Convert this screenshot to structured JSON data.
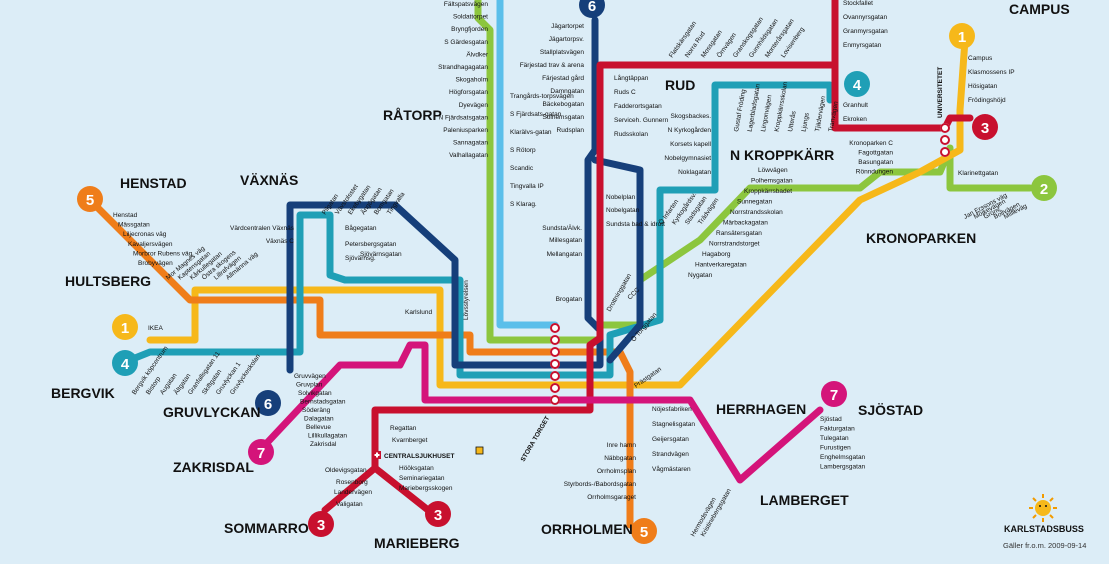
{
  "colors": {
    "background": "#dcedf7",
    "line1": "#f6b81a",
    "line2": "#8cc63e",
    "line3": "#c8102e",
    "line4": "#1f9fb6",
    "line5": "#ef7d1a",
    "line6": "#163f7a",
    "line7": "#d4147a",
    "line8": "#5bbfea"
  },
  "lines": [
    {
      "id": "1",
      "label": "1"
    },
    {
      "id": "2",
      "label": "2"
    },
    {
      "id": "3",
      "label": "3"
    },
    {
      "id": "4",
      "label": "4"
    },
    {
      "id": "5",
      "label": "5"
    },
    {
      "id": "6",
      "label": "6"
    },
    {
      "id": "7",
      "label": "7"
    }
  ],
  "districts": {
    "campus": "CAMPUS",
    "rud": "RUD",
    "ratorp": "RÅTORP",
    "vaxnas": "VÄXNÄS",
    "henstad": "HENSTAD",
    "hultsberg": "HULTSBERG",
    "n_kroppkarr": "N KROPPKÄRR",
    "kronoparken": "KRONOPARKEN",
    "bergvik": "BERGVIK",
    "gruvlyckan": "GRUVLYCKAN",
    "herrhagen": "HERRHAGEN",
    "sjostad": "SJÖSTAD",
    "zakrisdal": "ZAKRISDAL",
    "lamberget": "LAMBERGET",
    "sommarro": "SOMMARRO",
    "marieberg": "MARIEBERG",
    "orrholmen": "ORRHOLMEN"
  },
  "stops": {
    "top_left": [
      "Fältspatsvägen",
      "Soldattorpet",
      "Bryngfjorden",
      "S Gärdesgatan",
      "Älvdker",
      "Strandhagagatan",
      "Skogaholm",
      "Högforsgatan",
      "Dyevägen",
      "N Fjärdsatsgatan",
      "Paleniusparken",
      "Sannagatan",
      "Valhallagatan"
    ],
    "trangard": [
      "Trangårds-torpsvägen",
      "S Fjärdsats-gatan",
      "Klarälvs-gatan",
      "S Rötorp",
      "Scandic",
      "Tingvalla IP",
      "S Klarag."
    ],
    "line6_top": [
      "Jägartorpet",
      "Jägartorpsv.",
      "Stallplatsvägen",
      "Färjestad trav & arena",
      "Färjestad gård",
      "Damngatan",
      "Bäckebogatan",
      "Solhemsgatan",
      "Rudsplan"
    ],
    "rud_stops": [
      "Långtäppan",
      "Ruds C",
      "Fadderortsgatan",
      "Serviceh. Gunnern",
      "Rudsskolan"
    ],
    "rud_diag": [
      "Flatskärsgatan",
      "Norra Rud",
      "Mossgatan",
      "Örnvägen",
      "Granskogsgatan",
      "Gunnhildsgatan",
      "Monterårsgatan",
      "Lovisenberg"
    ],
    "line3_top": [
      "Stockfallet",
      "Ovannyrsgatan",
      "Granmyrsgatan",
      "Enmyrsgatan"
    ],
    "campus_stops": [
      "Campus",
      "Klasmossens IP",
      "Hösigatan",
      "Frödingshöjd"
    ],
    "campus_label": "UNIVERSITETET",
    "granhult": [
      "Granhult",
      "Ekroken"
    ],
    "kroppkarr": [
      "Skogsbackes.",
      "N Kyrkogården",
      "Korsets kapell",
      "Nobelgymnasiet",
      "Noklagatan"
    ],
    "kroppkarr_diag": [
      "Gustaf Fröding",
      "Lagerbladsgatan",
      "Lingonvägen",
      "Kroppkärrsskolan",
      "Utterås",
      "Ljungs",
      "Tjädervägen",
      "Tranvägen"
    ],
    "kronoparken_c": [
      "Kronoparken C",
      "Fagottgatan",
      "Basungatan",
      "Rönndungen"
    ],
    "klarinett": [
      "Klarinettgatan"
    ],
    "line2_right": [
      "Jan Erssons väg",
      "Möjkevägen",
      "Grönv.",
      "Bollvägen",
      "Millieväg"
    ],
    "lowvagen": [
      "Löwvägen",
      "Polhemsgatan",
      "Kroppkärrsbadet",
      "Sunnegatan",
      "Norrstrandsskolan",
      "Märbackagatan",
      "Ransätersgatan",
      "Norrstrandstorget",
      "Hagaborg",
      "Hantverkaregatan",
      "Nygatan"
    ],
    "line4_diag": [
      "Ö Infarten",
      "Kyrkogårdsv.",
      "Stadsgatan",
      "Trädvägen"
    ],
    "mid": [
      "Sundsta/Älvk.",
      "Millesgatan",
      "Mellangatan",
      "Brogatan",
      "Nobelplan",
      "Nobelgatan",
      "Sundsta bad & idrott",
      "Drottninggatan",
      "CCC",
      "Ö Torggatan"
    ],
    "henstad": [
      "Henstad",
      "Mässgatan",
      "Liljecronas väg",
      "Kavaljersvägen",
      "Morbror Rubens väg",
      "Brobyvägen"
    ],
    "vaxnas_diag": [
      "Mor Magnes väg",
      "Kaptensgatan",
      "Kårkullegatan",
      "Östra skogens",
      "Lillrafvägen",
      "Allmänna väg"
    ],
    "vaxnas": [
      "Värdcentralen Växnäs",
      "Växnäs C",
      "Sjövärnsgatan",
      "Bågegatan",
      "Petersbergsgatan",
      "Sjövärnsg.",
      "Pilgatan",
      "Vävstolsstet",
      "Ekebygatan",
      "Ängögatan",
      "Bomgatan",
      "Tingvalla"
    ],
    "bergvik": [
      "IKEA",
      "Bergvik köpcentrum",
      "Bistorp",
      "Augatan",
      "Ältgatan",
      "Granfallsgatan 11",
      "Skiftgatan",
      "Gruvlyckan 1",
      "Gruvlyckeskolan"
    ],
    "center": [
      "Karlslund",
      "Lövsstyrelsen",
      "Prästgatan"
    ],
    "gruvlyckan": [
      "Gruvvägen",
      "Gruvplan",
      "Solvikgatan",
      "Bernstadsgatan",
      "Söderäng",
      "Dalagatan",
      "Bellevue",
      "Lillikullagatan",
      "Zakrisdal"
    ],
    "sommarro": [
      "Kvarnberget",
      "Regattan",
      "Oldevigsgatan",
      "Rosenborg",
      "Landervägen",
      "Valigatan"
    ],
    "marieberg": [
      "Hööksgatan",
      "Seminariegatan",
      "Mariebergsskogen"
    ],
    "hospital": "CENTRALSJUKHUSET",
    "stora_torget": "STORA TORGET",
    "herrhagen": [
      "Nöjesfabriken",
      "Stagnelisgatan",
      "Geijersgatan",
      "Strandvägen",
      "Vågmästaren"
    ],
    "orrholmen": [
      "Inre hamn",
      "Näbbgatan",
      "Orrholmsplan",
      "Styrbords-/Babordsgatan",
      "Orrholmsgaraget"
    ],
    "sjostad": [
      "Sjöstad",
      "Fakturgatan",
      "Tulegatan",
      "Furustigen",
      "Enghelmsgatan",
      "Lambergsgatan"
    ],
    "lamberget_diag": [
      "Hermodsvägen",
      "Kristinebergsgatan"
    ]
  },
  "brand": {
    "name": "KARLSTADSBUSS",
    "validity": "Gäller fr.o.m. 2009-09-14"
  }
}
